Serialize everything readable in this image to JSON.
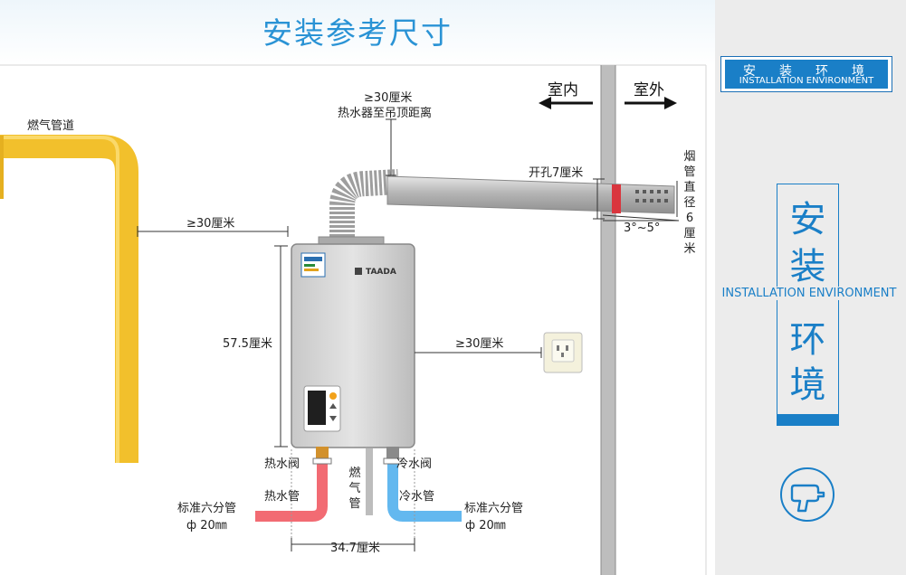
{
  "title": "安装参考尺寸",
  "labels": {
    "gas_pipe": "燃气管道",
    "ceiling_val": "≥30厘米",
    "ceiling_desc": "热水器至吊顶距离",
    "indoor": "室内",
    "outdoor": "室外",
    "hole": "开孔7厘米",
    "flue_diameter": "烟管直径6厘米",
    "angle": "3°~5°",
    "left_gap": "≥30厘米",
    "height": "57.5厘米",
    "right_gap": "≥30厘米",
    "hot_valve": "热水阀",
    "cold_valve": "冷水阀",
    "hot_pipe": "热水管",
    "gas_short": "燃气管",
    "cold_pipe": "冷水管",
    "std_pipe_left": "标准六分管",
    "dia_left": "ф 20㎜",
    "std_pipe_right": "标准六分管",
    "dia_right": "ф 20㎜",
    "width": "34.7厘米"
  },
  "heater": {
    "brand": "TAADA"
  },
  "sidebar": {
    "badge_cn": "安装环境",
    "badge_en": "INSTALLATION ENVIRONMENT",
    "vertical_top_1": "安",
    "vertical_top_2": "装",
    "vertical_mid": "INSTALLATION ENVIRONMENT",
    "vertical_bottom_1": "环",
    "vertical_bottom_2": "境",
    "icon": "electric-drill-icon"
  },
  "colors": {
    "title_blue": "#2a93d5",
    "gas_pipe": "#f2c02c",
    "hot_pipe": "#f26b73",
    "cold_pipe": "#63b8ef",
    "accent_blue": "#1a7fc7",
    "wall": "#9e9e9e"
  }
}
